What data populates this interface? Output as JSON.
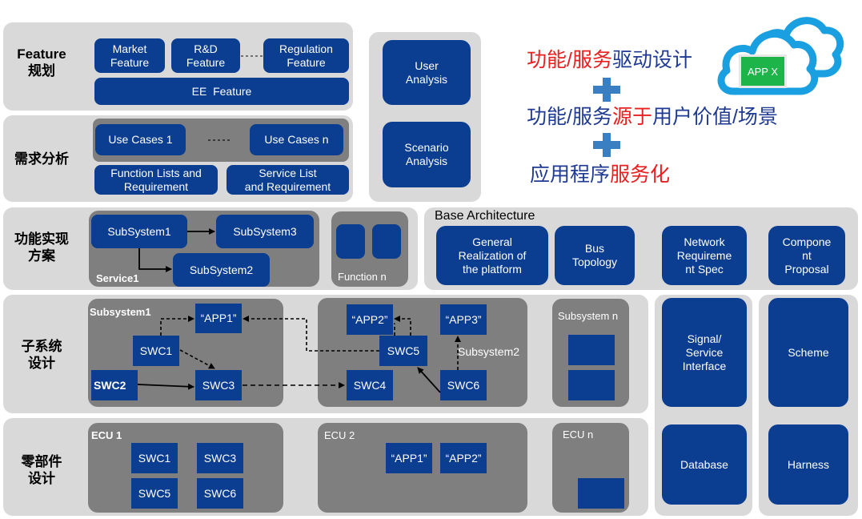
{
  "lanes": {
    "feature": "Feature\n规划",
    "requirement": "需求分析",
    "implementation": "功能实现\n方案",
    "subsystem": "子系统\n设计",
    "component": "零部件\n设计"
  },
  "feature": {
    "market": "Market\nFeature",
    "rd": "R&D\nFeature",
    "regulation": "Regulation\nFeature",
    "ee": "EE  Feature"
  },
  "requirement": {
    "use_case_1": "Use Cases 1",
    "use_case_n": "Use Cases n",
    "function_lists": "Function Lists and\nRequirement",
    "service_list": "Service List\nand Requirement"
  },
  "analysis": {
    "user": "User\nAnalysis",
    "scenario": "Scenario\nAnalysis"
  },
  "slogans": {
    "line1": [
      {
        "text": "功能/服务",
        "color": "#e8201f"
      },
      {
        "text": "驱动设计",
        "color": "#1f3a93"
      }
    ],
    "line2": [
      {
        "text": "功能/服务",
        "color": "#1f3a93"
      },
      {
        "text": "源于",
        "color": "#e8201f"
      },
      {
        "text": "用户价值/场景",
        "color": "#1f3a93"
      }
    ],
    "line3": [
      {
        "text": "应用程序",
        "color": "#1f3a93"
      },
      {
        "text": "服务化",
        "color": "#e8201f"
      }
    ]
  },
  "cloud": {
    "app_label": "APP X"
  },
  "implementation": {
    "subsystem1": "SubSystem1",
    "subsystem2": "SubSystem2",
    "subsystem3": "SubSystem3",
    "service_label": "Service1",
    "function_n": "Function n"
  },
  "base_architecture": {
    "title": "Base Architecture",
    "general": "General\nRealization of\nthe platform",
    "bus": "Bus\nTopology",
    "network": "Network\nRequireme\nnt Spec",
    "component": "Compone\nnt\nProposal"
  },
  "subsystem_design": {
    "subsystem1_label": "Subsystem1",
    "subsystem2_label": "Subsystem2",
    "subsystem_n_label": "Subsystem n",
    "app1": "“APP1”",
    "app2": "“APP2”",
    "app3": "“APP3”",
    "swc1": "SWC1",
    "swc2": "SWC2",
    "swc3": "SWC3",
    "swc4": "SWC4",
    "swc5": "SWC5",
    "swc6": "SWC6"
  },
  "right_columns": {
    "signal": "Signal/\nService\nInterface",
    "database": "Database",
    "scheme": "Scheme",
    "harness": "Harness"
  },
  "component_design": {
    "ecu1": "ECU 1",
    "ecu2": "ECU 2",
    "ecun": "ECU n",
    "swc1": "SWC1",
    "swc3": "SWC3",
    "swc5": "SWC5",
    "swc6": "SWC6",
    "app1": "“APP1”",
    "app2": "“APP2”"
  }
}
